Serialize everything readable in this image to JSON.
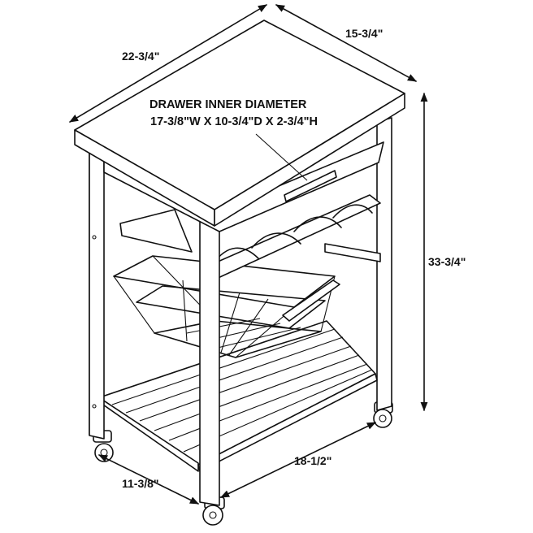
{
  "dimensions": {
    "top_depth": "15-3/4\"",
    "top_width": "22-3/4\"",
    "height": "33-3/4\"",
    "bottom_depth": "11-3/8\"",
    "bottom_width": "18-1/2\""
  },
  "drawer_note": {
    "line1": "DRAWER INNER DIAMETER",
    "line2": "17-3/8\"W X 10-3/4\"D X 2-3/4\"H"
  }
}
